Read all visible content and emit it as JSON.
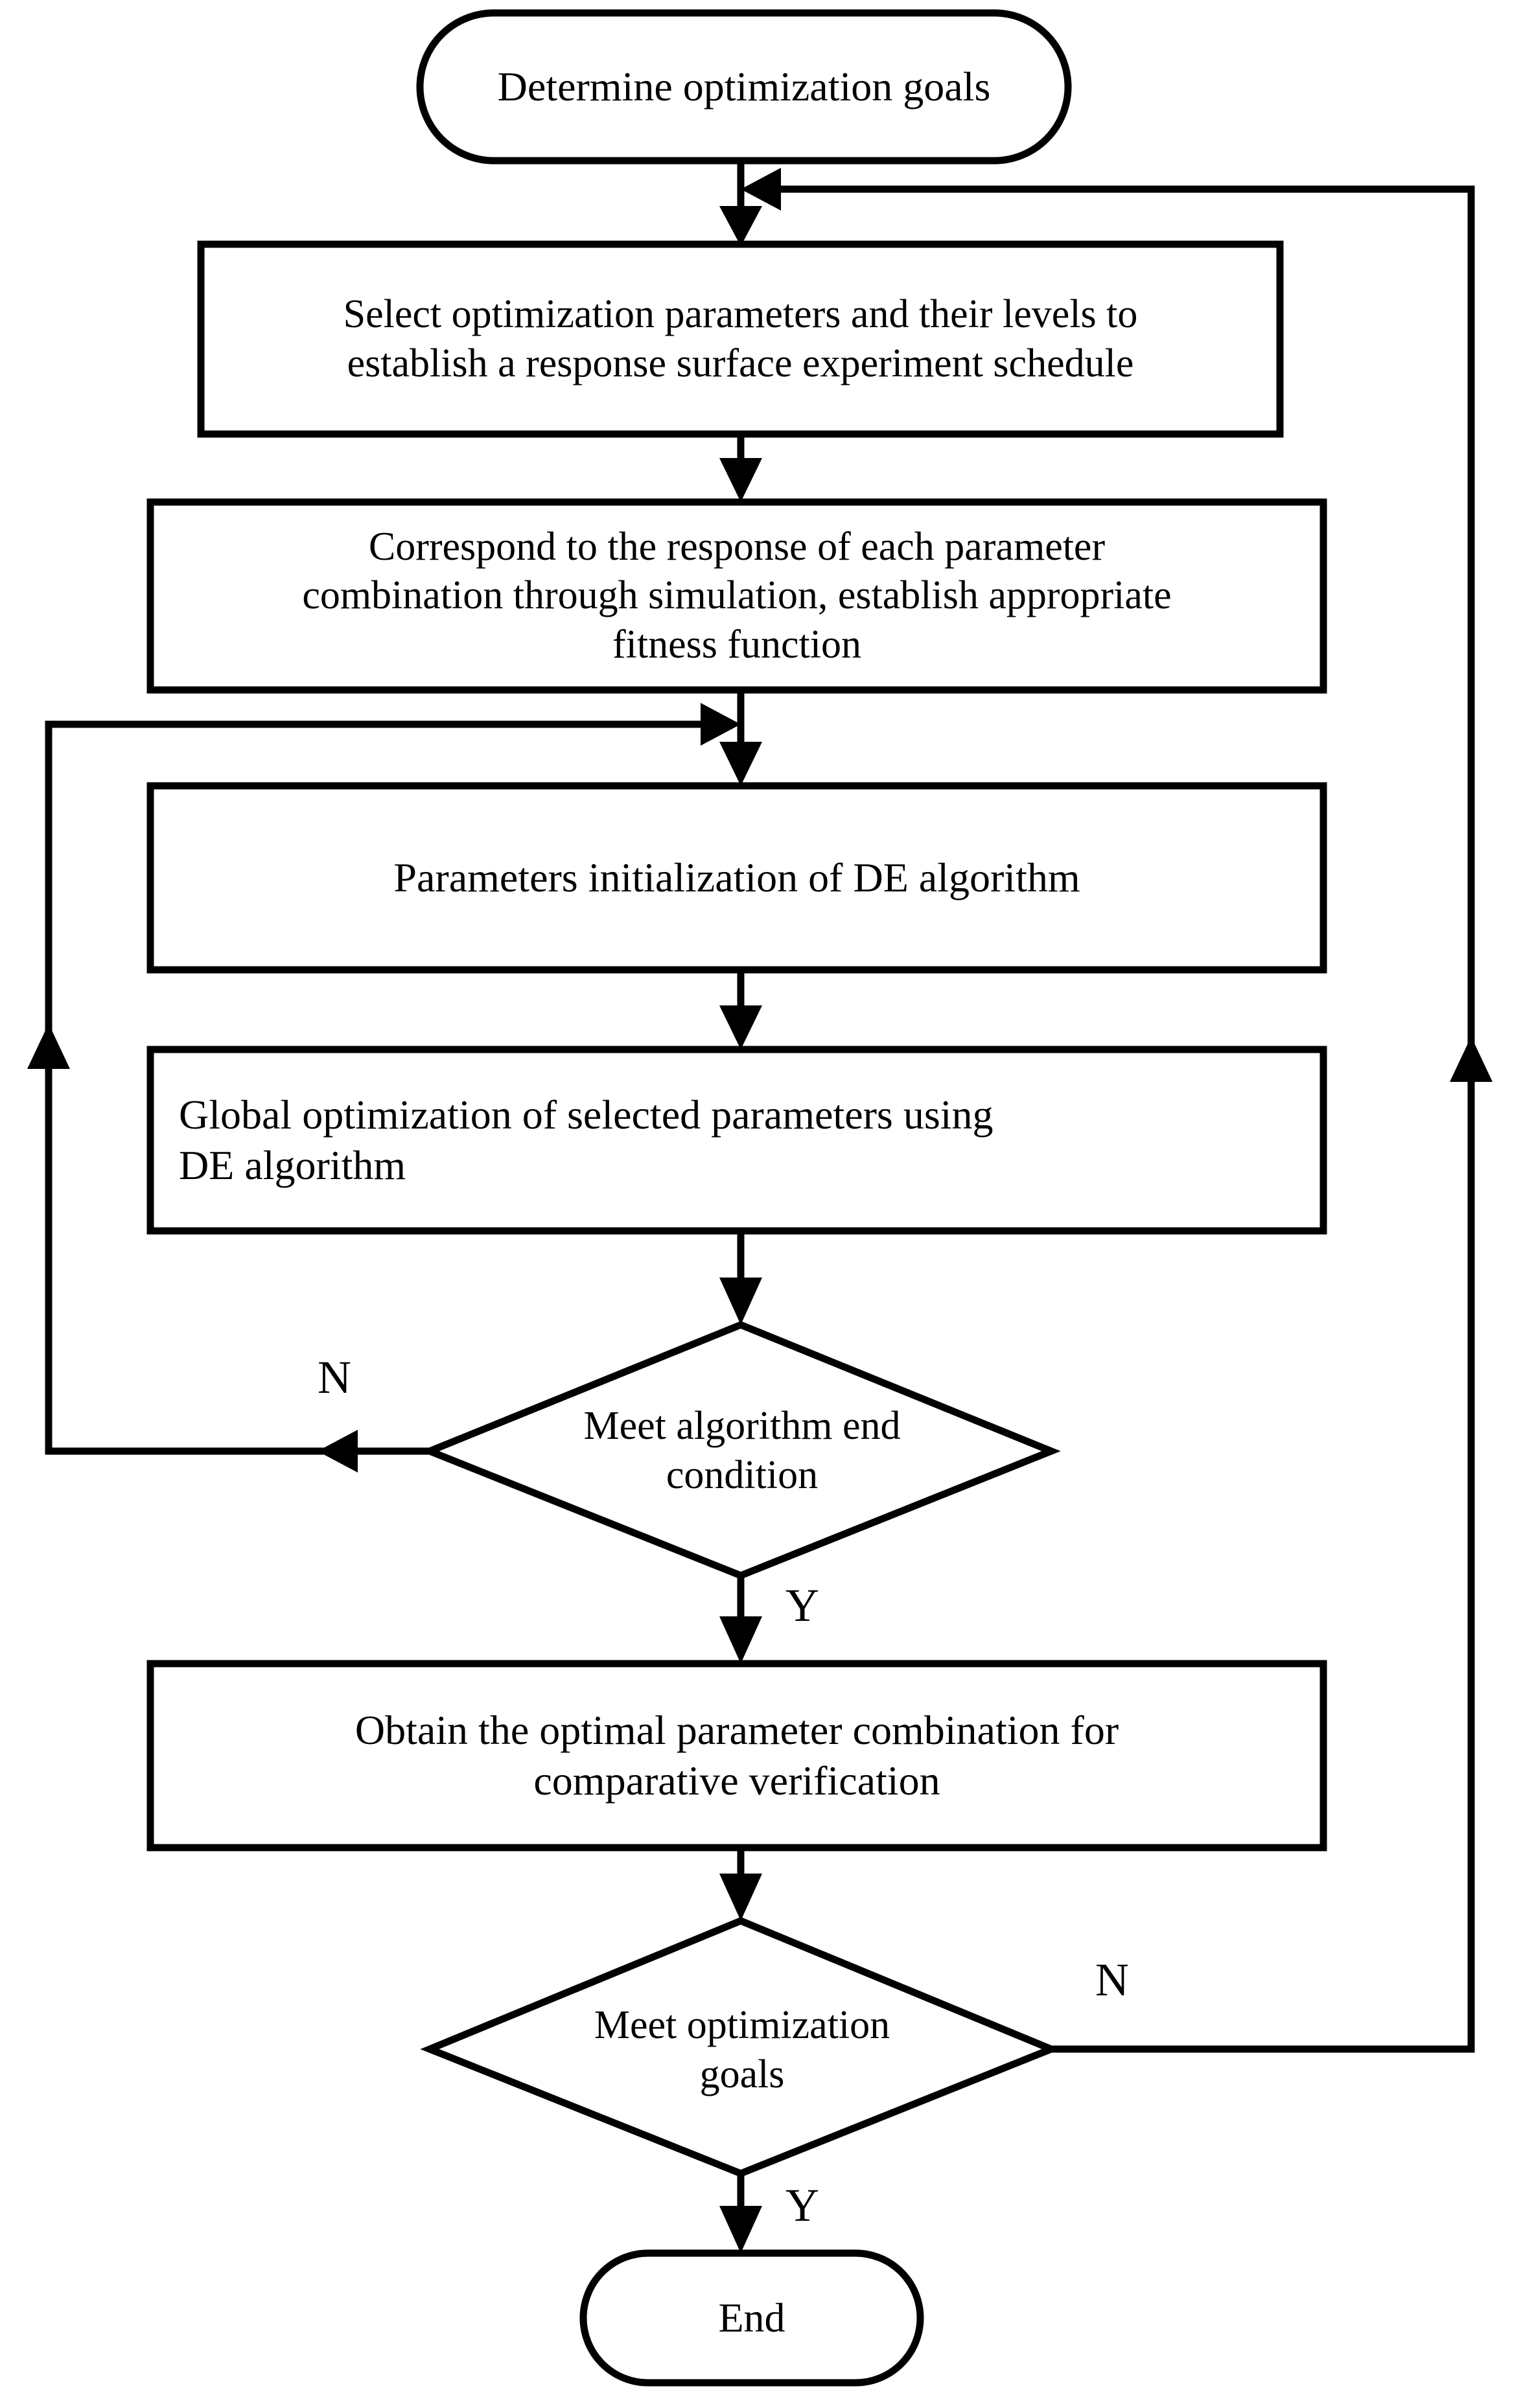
{
  "diagram": {
    "type": "flowchart",
    "title": "Parameter optimization flow using response surface and DE algorithm",
    "orientation": "top-to-bottom",
    "background_color": "#ffffff",
    "line_color": "#000000",
    "text_color": "#000000"
  },
  "nodes": [
    {
      "id": "start",
      "shape": "stadium",
      "label": "Determine optimization goals"
    },
    {
      "id": "select-params",
      "shape": "rectangle",
      "label": "Select optimization parameters and their levels to\nestablish a response surface experiment schedule"
    },
    {
      "id": "correspond-response",
      "shape": "rectangle",
      "label": "Correspond to the response of each parameter\ncombination through simulation, establish  appropriate\nfitness function"
    },
    {
      "id": "init-de",
      "shape": "rectangle",
      "label": "Parameters initialization of DE algorithm"
    },
    {
      "id": "global-opt",
      "shape": "rectangle",
      "label": "Global optimization of selected parameters using\nDE algorithm"
    },
    {
      "id": "meet-end-condition",
      "shape": "diamond",
      "label": "Meet algorithm end\ncondition"
    },
    {
      "id": "obtain-optimal",
      "shape": "rectangle",
      "label": "Obtain the optimal parameter combination for\ncomparative verification"
    },
    {
      "id": "meet-goals",
      "shape": "diamond",
      "label": "Meet optimization\ngoals"
    },
    {
      "id": "end",
      "shape": "stadium",
      "label": "End"
    }
  ],
  "edge_labels": [
    {
      "id": "end-condition-no",
      "label": "N",
      "from": "meet-end-condition",
      "direction": "left"
    },
    {
      "id": "end-condition-yes",
      "label": "Y",
      "from": "meet-end-condition",
      "direction": "down"
    },
    {
      "id": "goals-no",
      "label": "N",
      "from": "meet-goals",
      "direction": "right"
    },
    {
      "id": "goals-yes",
      "label": "Y",
      "from": "meet-goals",
      "direction": "down"
    }
  ],
  "edges": [
    {
      "from": "start",
      "to": "select-params"
    },
    {
      "from": "select-params",
      "to": "correspond-response"
    },
    {
      "from": "correspond-response",
      "to": "init-de"
    },
    {
      "from": "init-de",
      "to": "global-opt"
    },
    {
      "from": "global-opt",
      "to": "meet-end-condition"
    },
    {
      "from": "meet-end-condition",
      "to": "init-de",
      "label": "N"
    },
    {
      "from": "meet-end-condition",
      "to": "obtain-optimal",
      "label": "Y"
    },
    {
      "from": "obtain-optimal",
      "to": "meet-goals"
    },
    {
      "from": "meet-goals",
      "to": "select-params",
      "label": "N"
    },
    {
      "from": "meet-goals",
      "to": "end",
      "label": "Y"
    }
  ]
}
